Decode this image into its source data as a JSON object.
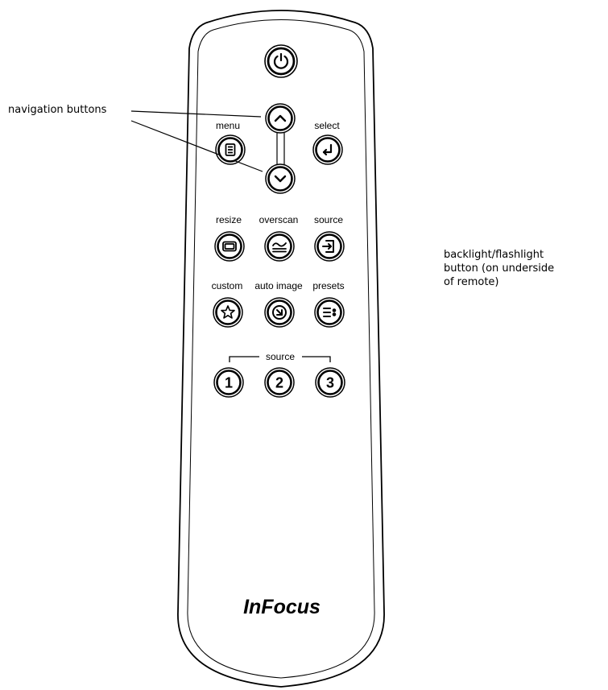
{
  "callouts": {
    "navigation": "navigation buttons",
    "backlight_lines": [
      "backlight/flashlight",
      "button (on underside",
      "of remote)"
    ]
  },
  "remote": {
    "brand": "InFocus",
    "buttons": {
      "menu": "menu",
      "select": "select",
      "resize": "resize",
      "overscan": "overscan",
      "source": "source",
      "custom": "custom",
      "auto_image": "auto image",
      "presets": "presets",
      "source_group": "source",
      "source_1": "1",
      "source_2": "2",
      "source_3": "3"
    },
    "icons": [
      "power-icon",
      "chevron-up-icon",
      "chevron-down-icon",
      "menu-icon",
      "enter-icon",
      "resize-icon",
      "overscan-icon",
      "source-icon",
      "star-icon",
      "auto-image-icon",
      "presets-icon"
    ]
  }
}
